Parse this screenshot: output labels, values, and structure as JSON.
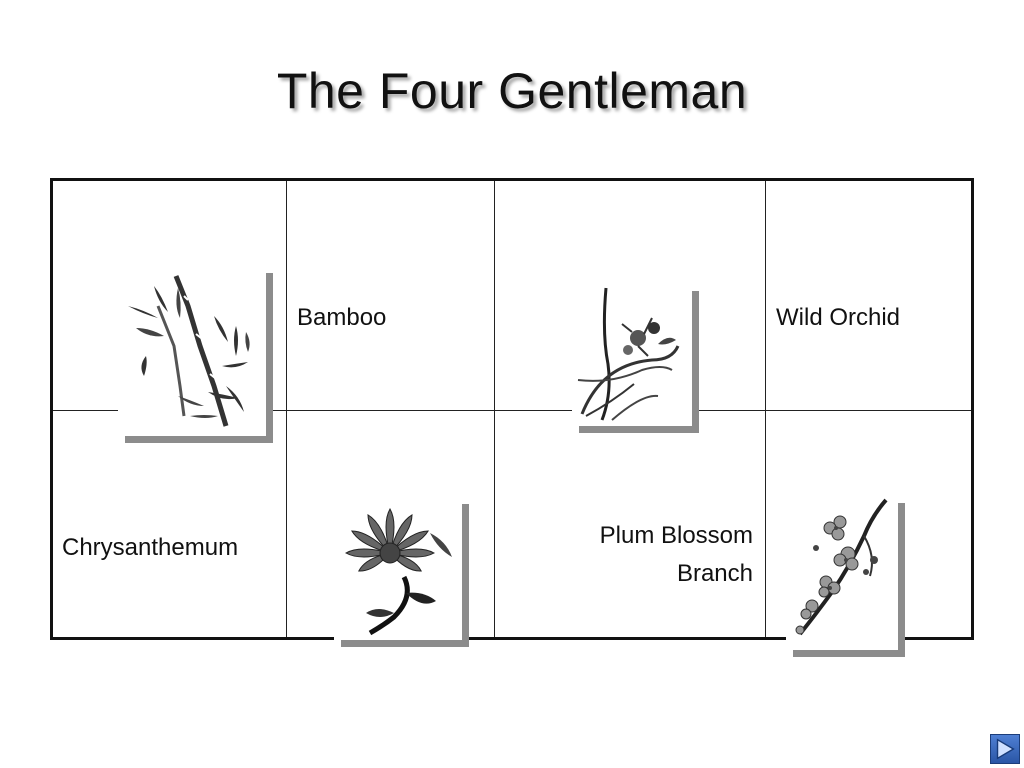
{
  "slide": {
    "title": "The Four Gentleman"
  },
  "cells": {
    "bamboo": "Bamboo",
    "wild_orchid": "Wild Orchid",
    "chrysanthemum": "Chrysanthemum",
    "plum_line1": "Plum Blossom",
    "plum_line2": "Branch"
  },
  "icons": {
    "next": "play-triangle-icon"
  },
  "colors": {
    "shadow": "#8c8c8c",
    "nav_button": "#3a6bc3"
  }
}
